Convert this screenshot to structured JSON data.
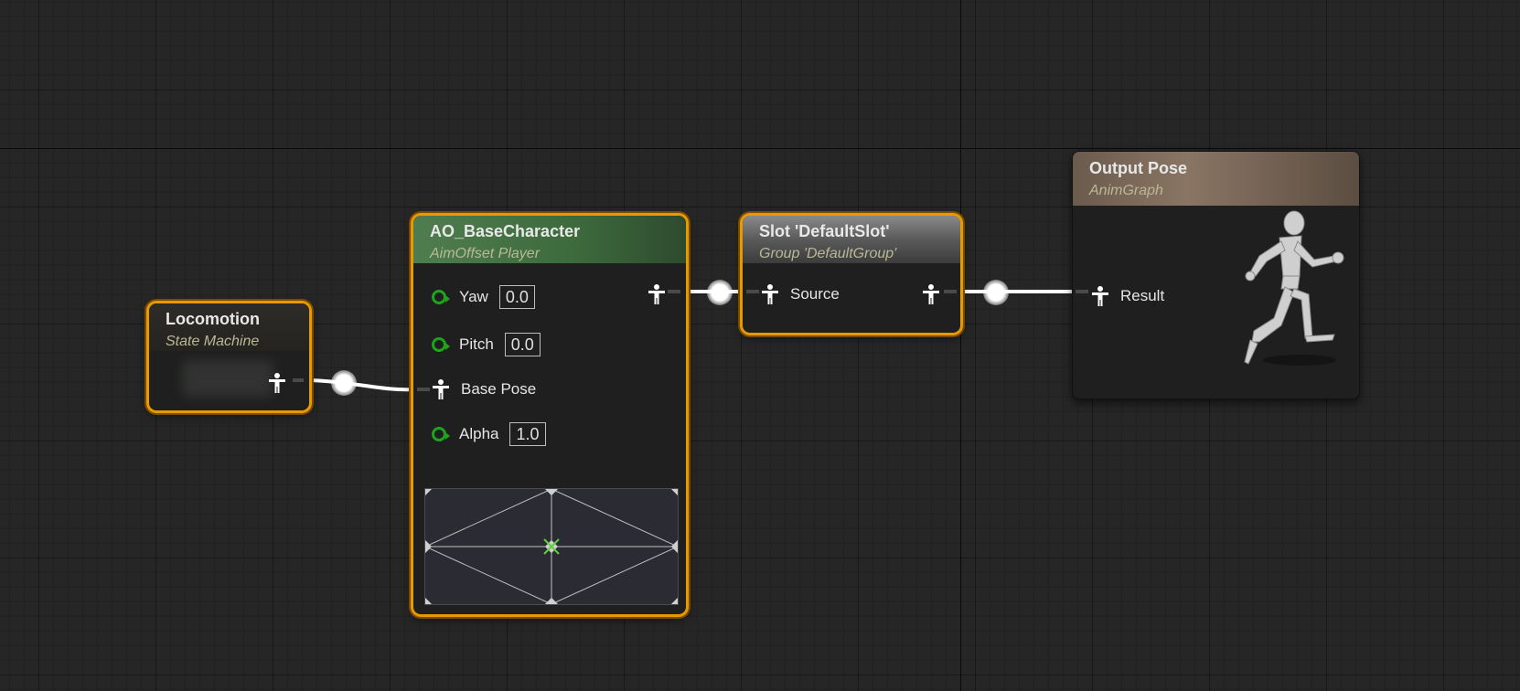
{
  "graph": {
    "name": "AnimGraph"
  },
  "nodes": {
    "locomotion": {
      "title": "Locomotion",
      "subtitle": "State Machine"
    },
    "aim_offset": {
      "title": "AO_BaseCharacter",
      "subtitle": "AimOffset Player",
      "pins": {
        "yaw": {
          "label": "Yaw",
          "value": "0.0"
        },
        "pitch": {
          "label": "Pitch",
          "value": "0.0"
        },
        "base_pose": {
          "label": "Base Pose"
        },
        "alpha": {
          "label": "Alpha",
          "value": "1.0"
        }
      }
    },
    "slot": {
      "title": "Slot 'DefaultSlot'",
      "subtitle": "Group 'DefaultGroup'",
      "pins": {
        "source": {
          "label": "Source"
        }
      }
    },
    "output_pose": {
      "title": "Output Pose",
      "subtitle": "AnimGraph",
      "pins": {
        "result": {
          "label": "Result"
        }
      }
    }
  },
  "colors": {
    "selection": "#e69a00",
    "float_pin": "#1fa31f",
    "aim_offset_header": "#4f7d4f",
    "output_header": "#8a7563",
    "wire": "#ffffff"
  },
  "icons": [
    "pose-pin-icon",
    "float-pin-icon",
    "running-mannequin-icon"
  ]
}
